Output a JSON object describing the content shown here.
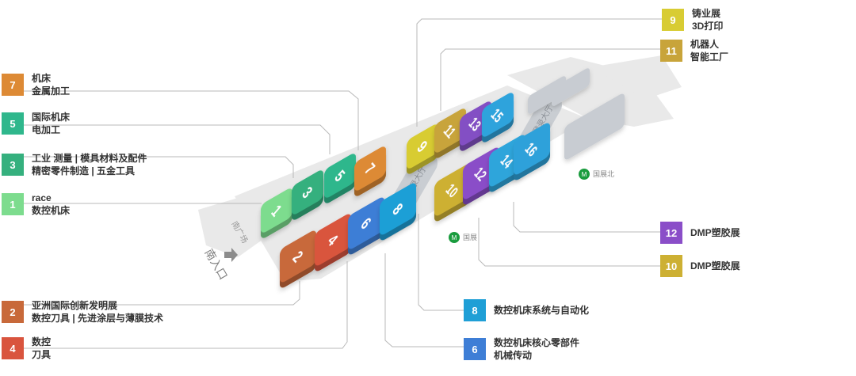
{
  "colors": {
    "n1": "#7ddc8e",
    "n2": "#c8693a",
    "n3": "#35b07e",
    "n4": "#d9543e",
    "n5": "#2fb78c",
    "n6": "#3e7ed6",
    "n7": "#dd8a35",
    "n8": "#1f9fd6",
    "n9": "#d8cc33",
    "n10": "#cdb033",
    "n11": "#c8a43a",
    "n12": "#8a4ec8",
    "n13": "#8350c4",
    "n14": "#2fa5db",
    "n15": "#2fa3dc",
    "n16": "#2ea1da",
    "hall": "#e3e3e3",
    "inactive_block": "#c8ccd2",
    "leader": "#b9b9b9",
    "metro_icon": "#1a9c3e"
  },
  "map": {
    "south_plaza": "南广场",
    "south_entrance": "南入口",
    "south_escalator": "南登录大厅",
    "north_escalator": "北登录大厅",
    "metro_west": "国展",
    "metro_north": "国展北"
  },
  "halls": [
    {
      "num": "1"
    },
    {
      "num": "2"
    },
    {
      "num": "3"
    },
    {
      "num": "4"
    },
    {
      "num": "5"
    },
    {
      "num": "6"
    },
    {
      "num": "7"
    },
    {
      "num": "8"
    },
    {
      "num": "9"
    },
    {
      "num": "10"
    },
    {
      "num": "11"
    },
    {
      "num": "12"
    },
    {
      "num": "13"
    },
    {
      "num": "14"
    },
    {
      "num": "15"
    },
    {
      "num": "16"
    }
  ],
  "legend": {
    "l7": {
      "num": "7",
      "line1": "机床",
      "line2": "金属加工"
    },
    "l5": {
      "num": "5",
      "line1": "国际机床",
      "line2": "电加工"
    },
    "l3": {
      "num": "3",
      "line1": "工业 测量 | 模具材料及配件",
      "line2": "精密零件制造 | 五金工具"
    },
    "l1": {
      "num": "1",
      "line1": "race",
      "line2": "数控机床"
    },
    "l2": {
      "num": "2",
      "line1": "亚洲国际创新发明展",
      "line2": "数控刀具 | 先进涂层与薄膜技术"
    },
    "l4": {
      "num": "4",
      "line1": "数控",
      "line2": "刀具"
    },
    "l9": {
      "num": "9",
      "line1": "铸业展",
      "line2": "3D打印"
    },
    "l11": {
      "num": "11",
      "line1": "机器人",
      "line2": "智能工厂"
    },
    "l12": {
      "num": "12",
      "line1": "DMP塑胶展"
    },
    "l10": {
      "num": "10",
      "line1": "DMP塑胶展"
    },
    "l8": {
      "num": "8",
      "line1": "数控机床系统与自动化"
    },
    "l6": {
      "num": "6",
      "line1": "数控机床核心零部件",
      "line2": "机械传动"
    }
  }
}
